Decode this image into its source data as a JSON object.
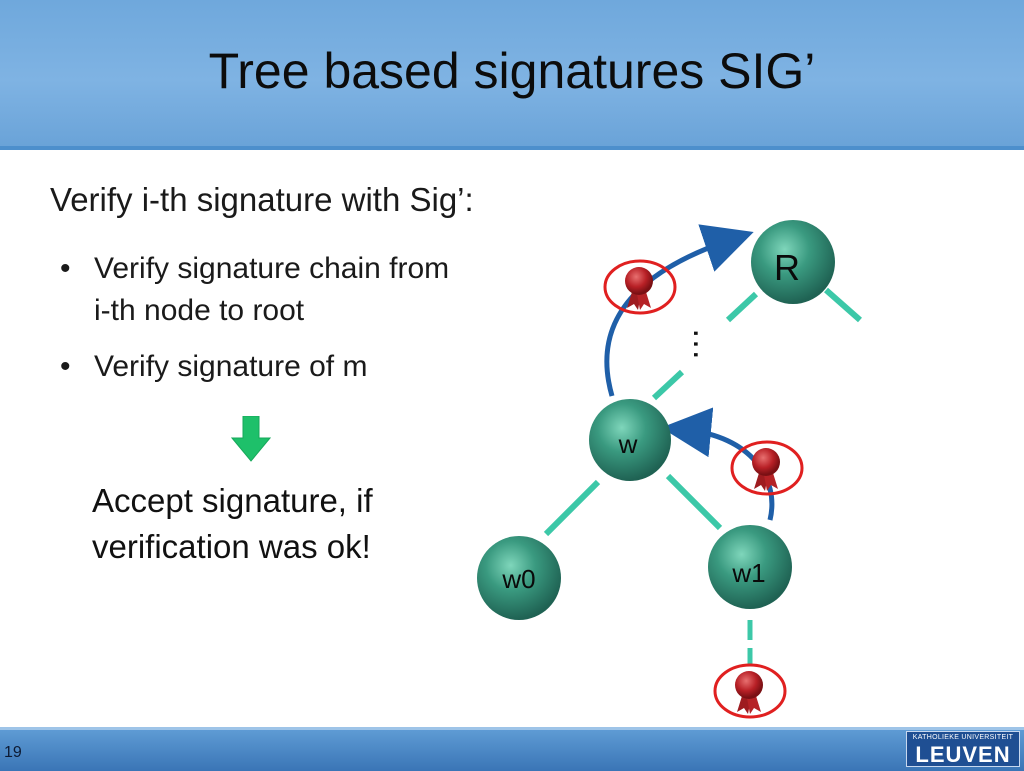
{
  "slide": {
    "title": "Tree based signatures SIG’",
    "subtitle": "Verify i-th signature with Sig’:",
    "bullets": [
      {
        "marker": "•",
        "text_line1": "Verify signature chain from",
        "text_line2": "i-th node to root"
      },
      {
        "marker": "•",
        "text_line1": "Verify signature of m",
        "text_line2": ""
      }
    ],
    "conclusion_line1": "Accept signature, if",
    "conclusion_line2": "verification was ok!",
    "page_number": "19"
  },
  "tree": {
    "nodes": {
      "root": "R",
      "w": "w",
      "w0": "w0",
      "w1": "w1"
    },
    "ellipsis": "…"
  },
  "footer": {
    "logo_small": "KATHOLIEKE UNIVERSITEIT",
    "logo_main": "LEUVEN"
  },
  "colors": {
    "header": "#7fb3e3",
    "node": "#3a9a80",
    "edge": "#3cc8a8",
    "seal_ring": "#e02020",
    "seal": "#c0282c",
    "arrow": "#1f5fa8",
    "down_arrow": "#1ec06a"
  }
}
